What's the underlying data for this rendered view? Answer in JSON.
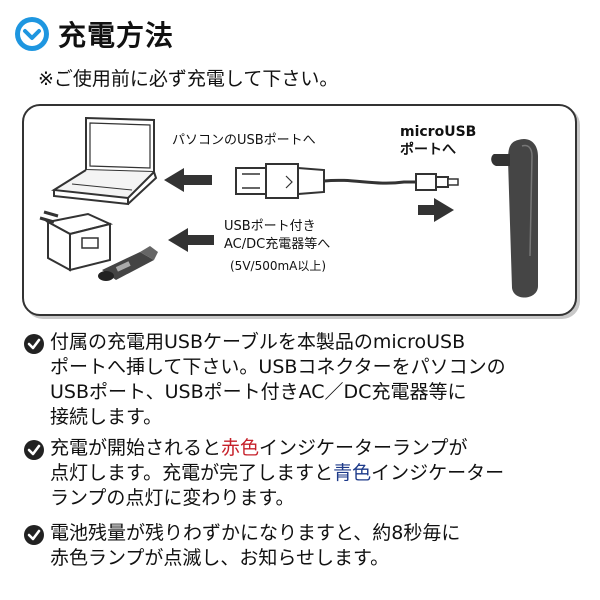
{
  "heading": {
    "title": "充電方法",
    "badge_icon": "chevron-down-circle-icon",
    "accent": "#1e96e0"
  },
  "note": "※ご使用前に必ず充電して下さい。",
  "diagram": {
    "pc_label": "パソコンのUSBポートへ",
    "usb_label_line1": "USBポート付き",
    "usb_label_line2": "AC/DC充電器等へ",
    "usb_spec": "(5V/500mA以上)",
    "micro_label_line1": "microUSB",
    "micro_label_line2": "ポートへ"
  },
  "bullets": [
    {
      "lines": [
        "付属の充電用USBケーブルを本製品のmicroUSB",
        "ポートへ挿して下さい。USBコネクターをパソコンの",
        "USBポート、USBポート付きAC／DC充電器等に",
        "接続します。"
      ]
    },
    {
      "line1_before": "充電が開始されると",
      "line1_red": "赤色",
      "line1_after": "インジケーターランプが",
      "line2_before": "点灯します。充電が完了しますと",
      "line2_blue": "青色",
      "line2_after": "インジケーター",
      "line3": "ランプの点灯に変わります。"
    },
    {
      "lines": [
        "電池残量が残りわずかになりますと、約8秒毎に",
        "赤色ランプが点滅し、お知らせします。"
      ]
    }
  ],
  "colors": {
    "red_text": "#c6202a",
    "blue_text": "#1d3a8a"
  }
}
